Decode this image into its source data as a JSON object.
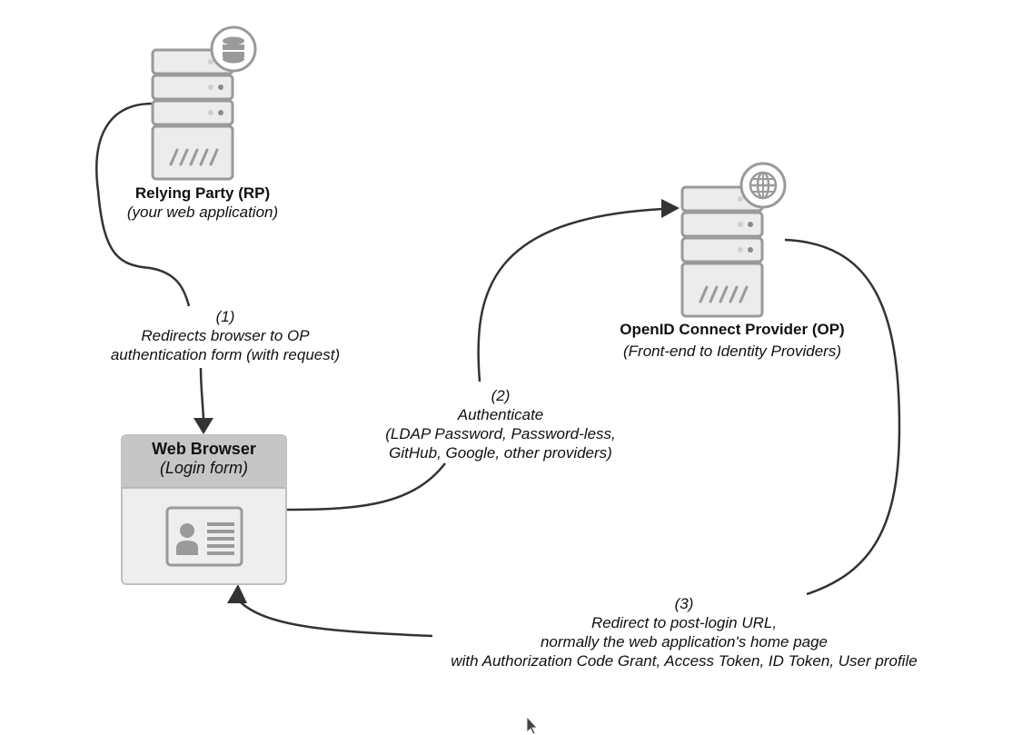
{
  "rp": {
    "title": "Relying Party (RP)",
    "subtitle": "(your web application)",
    "server_icon": "server-icon",
    "badge_icon": "database-icon"
  },
  "op": {
    "title": "OpenID Connect Provider (OP)",
    "subtitle": "(Front-end to Identity Providers)",
    "server_icon": "server-icon",
    "badge_icon": "globe-icon"
  },
  "browser": {
    "title": "Web Browser",
    "subtitle": "(Login form)",
    "icon": "id-card-icon"
  },
  "steps": [
    {
      "number": "(1)",
      "lines": [
        "Redirects browser to OP",
        "authentication form (with request)"
      ]
    },
    {
      "number": "(2)",
      "lines": [
        "Authenticate",
        "(LDAP Password, Password-less,",
        "GitHub, Google, other providers)"
      ]
    },
    {
      "number": "(3)",
      "lines": [
        "Redirect to post-login URL,",
        "normally the web application's home page",
        "with Authorization Code Grant, Access Token, ID Token, User profile"
      ]
    }
  ],
  "cursor_icon": "mouse-cursor-icon",
  "colors": {
    "server_fill": "#ececec",
    "server_stroke": "#9a9a9a",
    "arrow": "#333333",
    "browser_header": "#c6c6c6",
    "browser_body": "#eeeeee"
  }
}
